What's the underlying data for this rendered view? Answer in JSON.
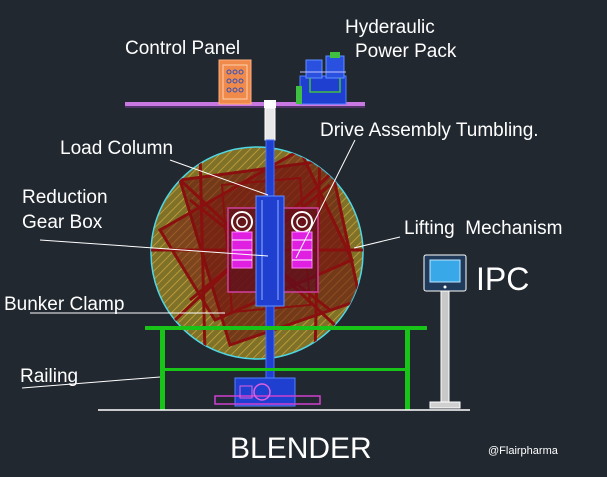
{
  "labels": {
    "control_panel": "Control Panel",
    "power_pack_line1": "Hyderaulic",
    "power_pack_line2": "Power Pack",
    "load_column": "Load Column",
    "drive_assembly": "Drive Assembly Tumbling.",
    "reduction_line1": "Reduction",
    "reduction_line2": "Gear Box",
    "lifting_mechanism": "Lifting  Mechanism",
    "ipc": "IPC",
    "bunker_clamp": "Bunker Clamp",
    "railing": "Railing",
    "title": "BLENDER",
    "watermark": "@Flairpharma"
  },
  "colors": {
    "background": "#212830",
    "text": "#ffffff",
    "bin_fill": "#8a7a2c",
    "bin_hatch": "#c9a53d",
    "bin_outline": "#4fd7e6",
    "frame": "#8a1010",
    "column": "#1f3fd0",
    "motor": "#e020e0",
    "railing": "#19c419",
    "platform": "#c878e0",
    "ipc_screen": "#38a8e8",
    "leader": "#ffffff"
  }
}
